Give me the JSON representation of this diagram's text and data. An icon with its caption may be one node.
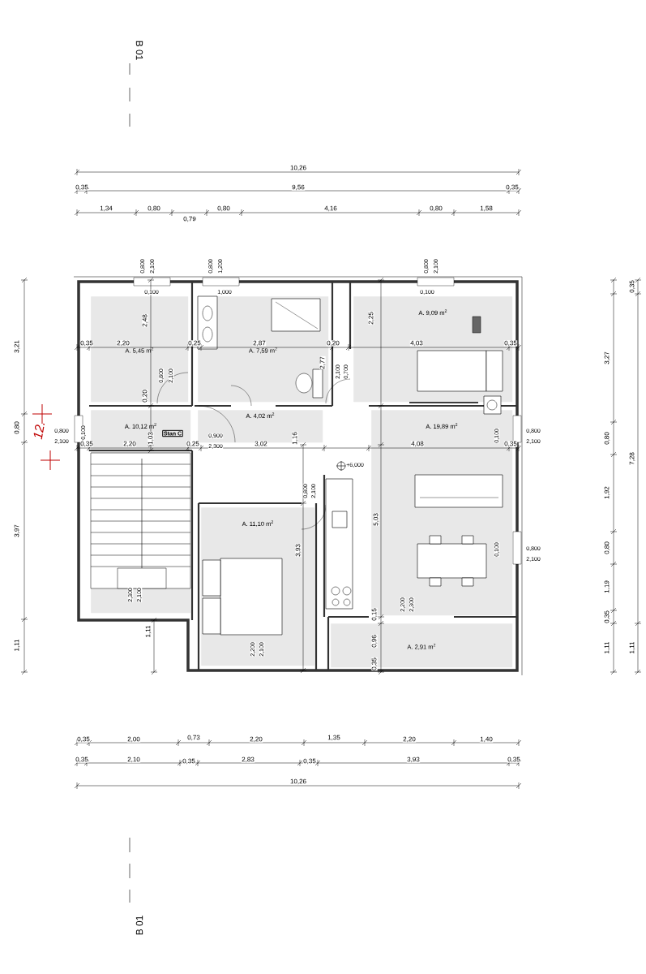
{
  "diagram": {
    "nodes": [
      {
        "text": [
          "A. 5,45 m$^{2}$"
        ]
      },
      {
        "text": [
          "A. 7,59 m$^{2}$"
        ]
      },
      {
        "text": [
          "A. 9,09 m$^{2}$"
        ]
      },
      {
        "text": [
          "A. 10,12 m$^{2}$"
        ]
      },
      {
        "text": [
          "A. 4,02 m$^{2}$"
        ]
      },
      {
        "text": [
          "A. 19,89 m$^{2}$"
        ]
      },
      {
        "text": [
          "A. 11,10 m$^{2}$"
        ]
      },
      {
        "text": [
          "A. 2,91 m$^{2}$"
        ]
      },
      {
        "text": [
          "Stan C"
        ],
        "in": 3
      }
    ],
    "labels": [
      "B 01",
      "10,26",
      "0,35",
      "9,56",
      "0,35",
      "1,34",
      "0,80",
      "0,79",
      "0,80",
      "4,16",
      "0,80",
      "1,58",
      "0,800",
      "2,100",
      "0,800",
      "1,200",
      "0,800",
      "2,100",
      "3,21",
      "0,80",
      "3,97",
      "1,11",
      "0,800",
      "2,100",
      "12.",
      "0,100",
      "1,000",
      "0,100",
      "0,35",
      "2,20",
      "2,48",
      "0,25",
      "2,87",
      "2,77",
      "0,20",
      "2,25",
      "4,03",
      "0,35",
      "0,800",
      "2,100",
      "0,20",
      "2,100",
      "0,700",
      "0,100",
      "1,03",
      "1,16",
      "0,35",
      "2,20",
      "0,25",
      "0,900",
      "2,300",
      "3,02",
      "4,08",
      "0,35",
      "0,100",
      "0,800",
      "2,100",
      "+6,000",
      "0,800",
      "2,100",
      "5,03",
      "3,93",
      "0,100",
      "0,800",
      "2,100",
      "2,200",
      "2,300",
      "2,300",
      "2,100",
      "1,11",
      "2,200",
      "2,100",
      "0,96",
      "0,35",
      "0,15",
      "0,35",
      "3,27",
      "0,80",
      "7,28",
      "1,92",
      "0,80",
      "1,19",
      "0,35",
      "1,11",
      "1,11",
      "0,35",
      "2,00",
      "0,73",
      "2,20",
      "1,35",
      "2,20",
      "1,40",
      "0,35",
      "2,10",
      "0,35",
      "2,83",
      "0,35",
      "3,93",
      "0,35",
      "10,26",
      "B 01"
    ]
  }
}
